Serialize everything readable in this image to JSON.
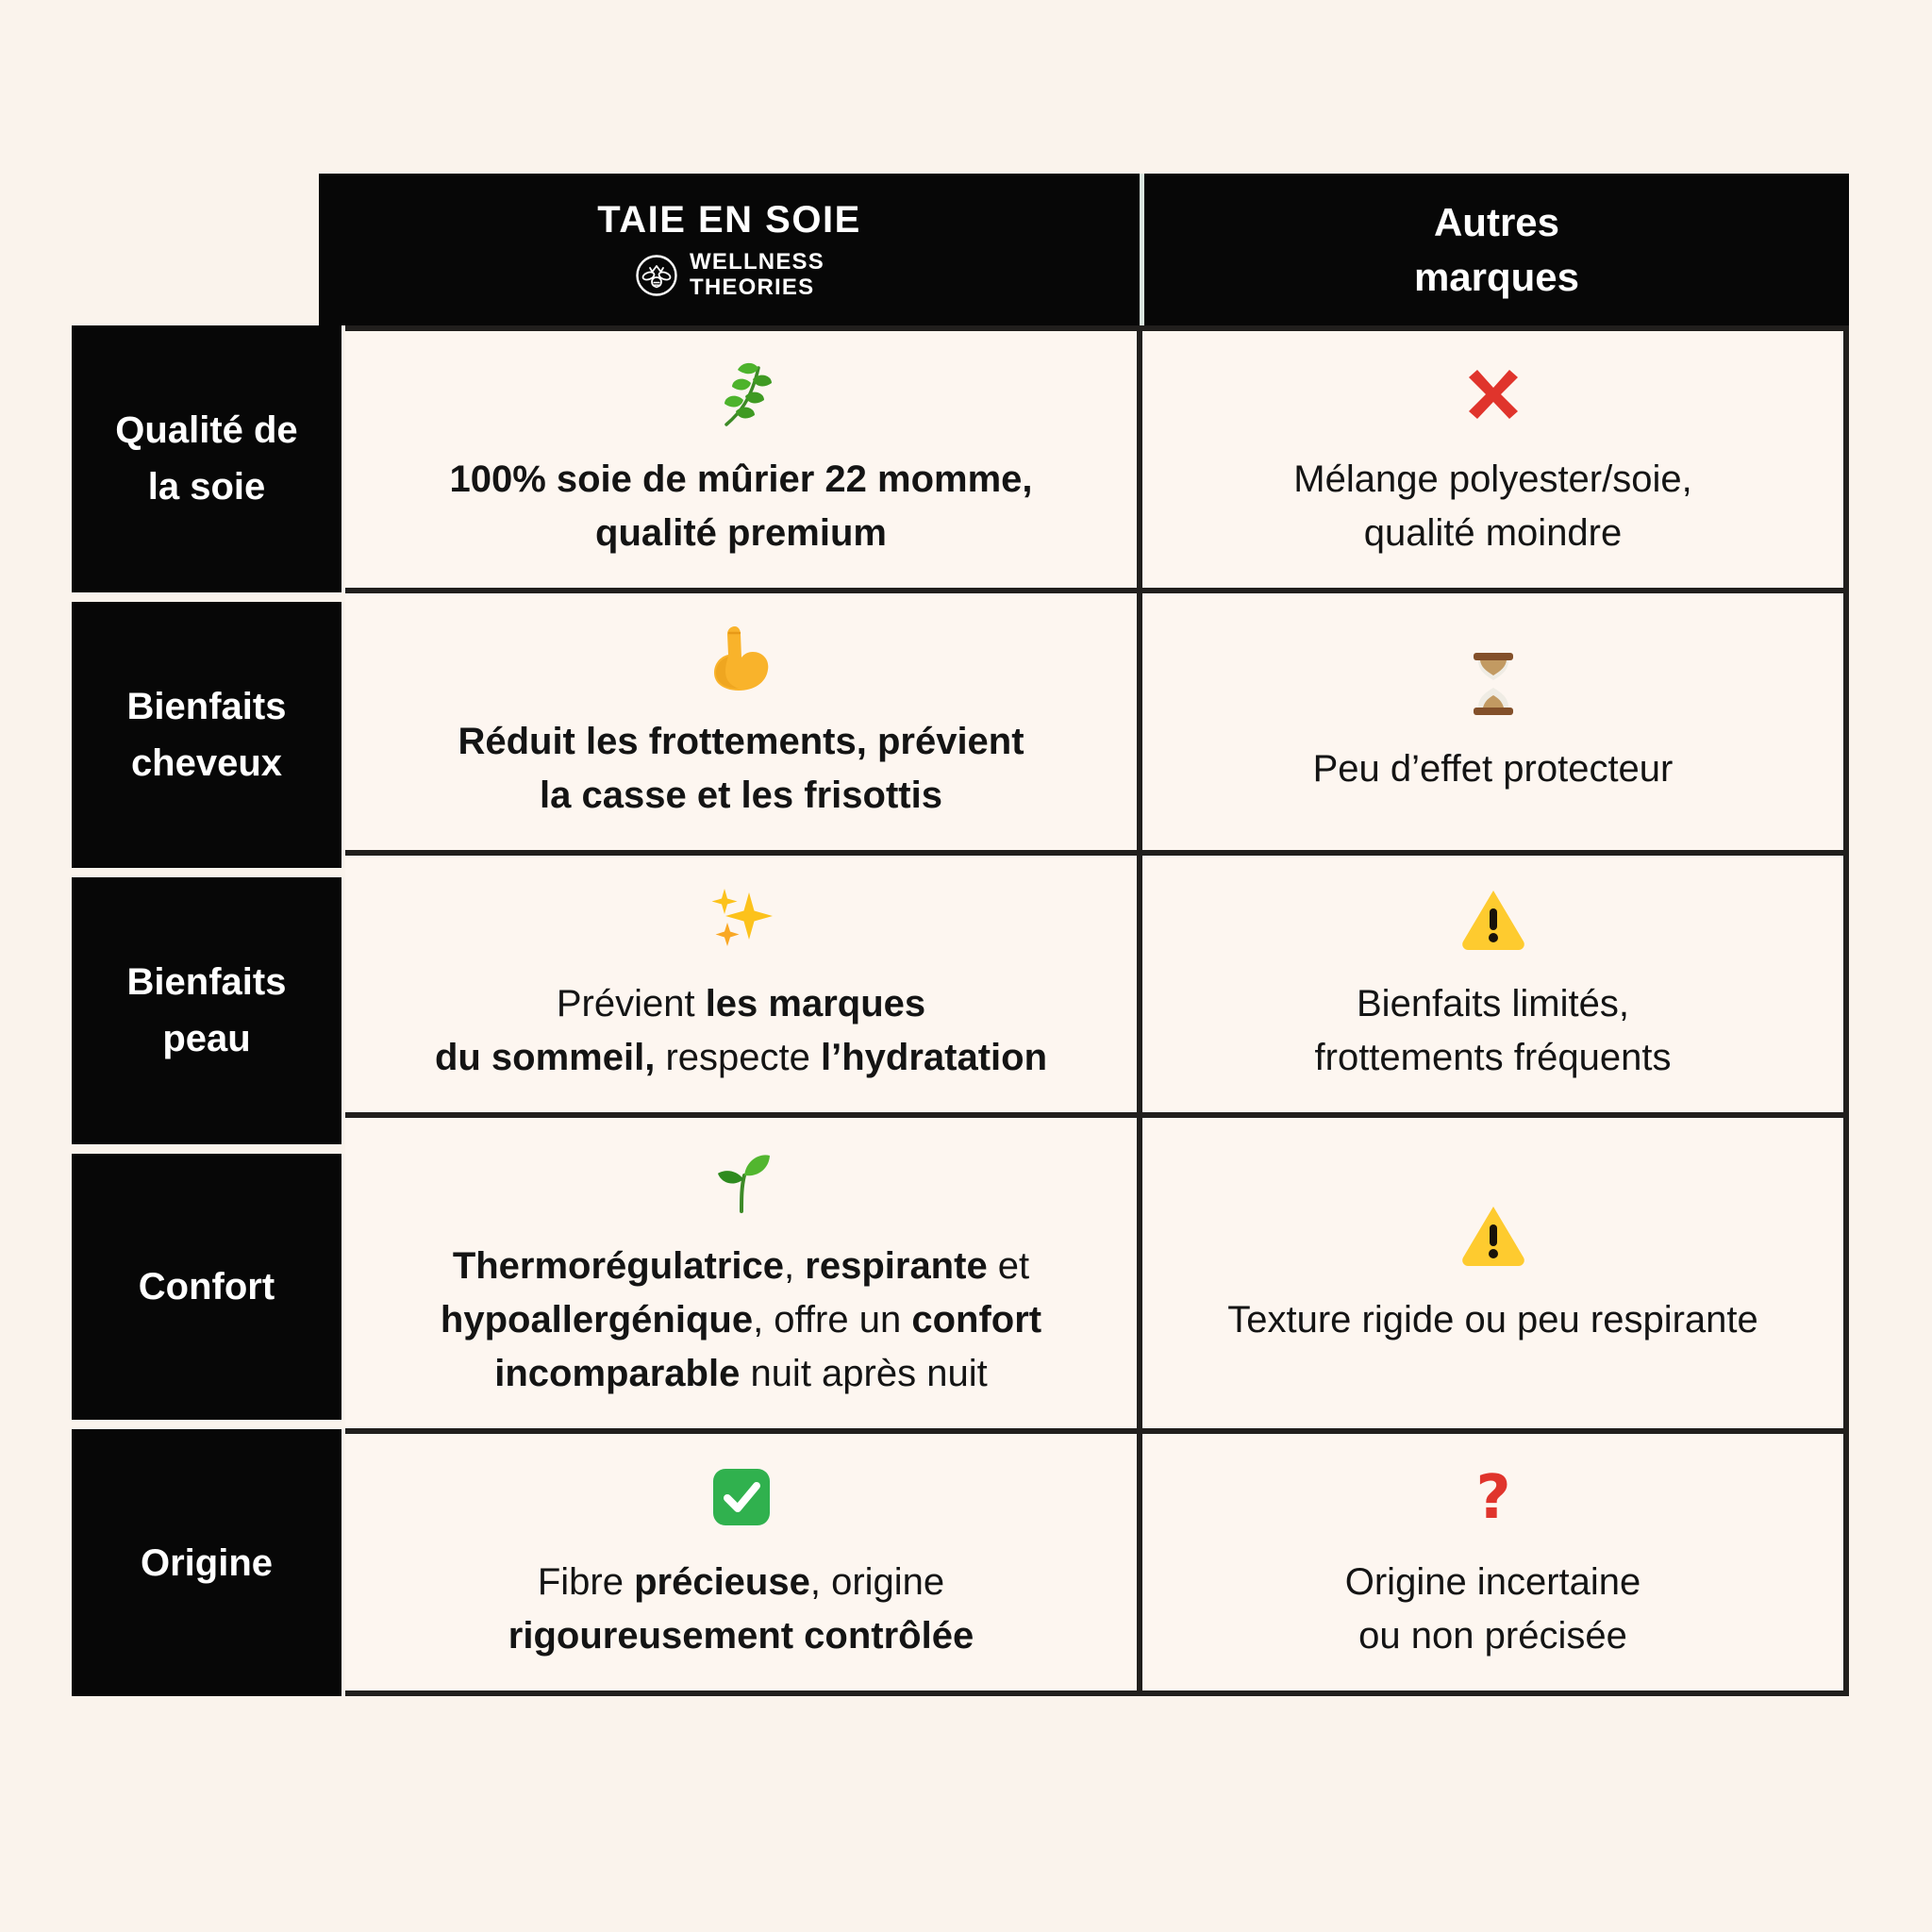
{
  "header": {
    "brand": {
      "title": "TAIE EN SOIE",
      "logo_icon": "bee-icon",
      "logo_lines": [
        "WELLNESS",
        "THEORIES"
      ]
    },
    "others": {
      "lines": [
        "Autres",
        "marques"
      ]
    }
  },
  "rows": [
    {
      "label_lines": [
        "Qualité de",
        "la soie"
      ],
      "brand": {
        "icon": "herb-icon",
        "lines": [
          [
            {
              "t": "100% soie de mûrier 22 momme,",
              "b": true
            }
          ],
          [
            {
              "t": "qualité premium",
              "b": true
            }
          ]
        ]
      },
      "others": {
        "icon": "cross-mark-icon",
        "lines": [
          [
            {
              "t": "Mélange polyester/soie,",
              "b": false
            }
          ],
          [
            {
              "t": "qualité moindre",
              "b": false
            }
          ]
        ]
      }
    },
    {
      "label_lines": [
        "Bienfaits",
        "cheveux"
      ],
      "brand": {
        "icon": "flexed-biceps-icon",
        "lines": [
          [
            {
              "t": "Réduit les frottements, prévient",
              "b": true
            }
          ],
          [
            {
              "t": "la casse et les frisottis",
              "b": true
            }
          ]
        ]
      },
      "others": {
        "icon": "hourglass-icon",
        "lines": [
          [
            {
              "t": "Peu d’effet protecteur",
              "b": false
            }
          ]
        ]
      }
    },
    {
      "label_lines": [
        "Bienfaits",
        "peau"
      ],
      "brand": {
        "icon": "sparkles-icon",
        "lines": [
          [
            {
              "t": "Prévient ",
              "b": false
            },
            {
              "t": "les marques",
              "b": true
            }
          ],
          [
            {
              "t": "du sommeil,",
              "b": true
            },
            {
              "t": " respecte ",
              "b": false
            },
            {
              "t": "l’hydratation",
              "b": true
            }
          ]
        ]
      },
      "others": {
        "icon": "warning-icon",
        "lines": [
          [
            {
              "t": "Bienfaits limités,",
              "b": false
            }
          ],
          [
            {
              "t": "frottements fréquents",
              "b": false
            }
          ]
        ]
      }
    },
    {
      "label_lines": [
        "Confort"
      ],
      "brand": {
        "icon": "seedling-icon",
        "lines": [
          [
            {
              "t": "Thermorégulatrice",
              "b": true
            },
            {
              "t": ", ",
              "b": false
            },
            {
              "t": "respirante",
              "b": true
            },
            {
              "t": " et",
              "b": false
            }
          ],
          [
            {
              "t": "hypoallergénique",
              "b": true
            },
            {
              "t": ", offre un ",
              "b": false
            },
            {
              "t": "confort",
              "b": true
            }
          ],
          [
            {
              "t": "incomparable",
              "b": true
            },
            {
              "t": " nuit après nuit",
              "b": false
            }
          ]
        ]
      },
      "others": {
        "icon": "warning-icon",
        "lines": [
          [
            {
              "t": "Texture rigide ou peu respirante",
              "b": false
            }
          ]
        ]
      }
    },
    {
      "label_lines": [
        "Origine"
      ],
      "brand": {
        "icon": "check-mark-icon",
        "lines": [
          [
            {
              "t": "Fibre ",
              "b": false
            },
            {
              "t": "précieuse",
              "b": true
            },
            {
              "t": ", origine",
              "b": false
            }
          ],
          [
            {
              "t": "rigoureusement contrôlée",
              "b": true
            }
          ]
        ]
      },
      "others": {
        "icon": "red-question-mark-icon",
        "lines": [
          [
            {
              "t": "Origine incertaine",
              "b": false
            }
          ],
          [
            {
              "t": "ou non précisée",
              "b": false
            }
          ]
        ]
      }
    }
  ],
  "colors": {
    "page_background": "#FAF3EC",
    "cell_background": "#FDF6F0",
    "box_black": "#070707",
    "grid_border": "#211F1D",
    "header_separator": "#D9E4DE",
    "cross_red": "#E0342C",
    "question_red": "#E0342C",
    "warning_yellow": "#FECB2F",
    "check_green": "#30B14E",
    "leaf_green": "#4DB32C",
    "biceps_yellow": "#F9B32B",
    "hourglass_brown": "#83502A"
  }
}
